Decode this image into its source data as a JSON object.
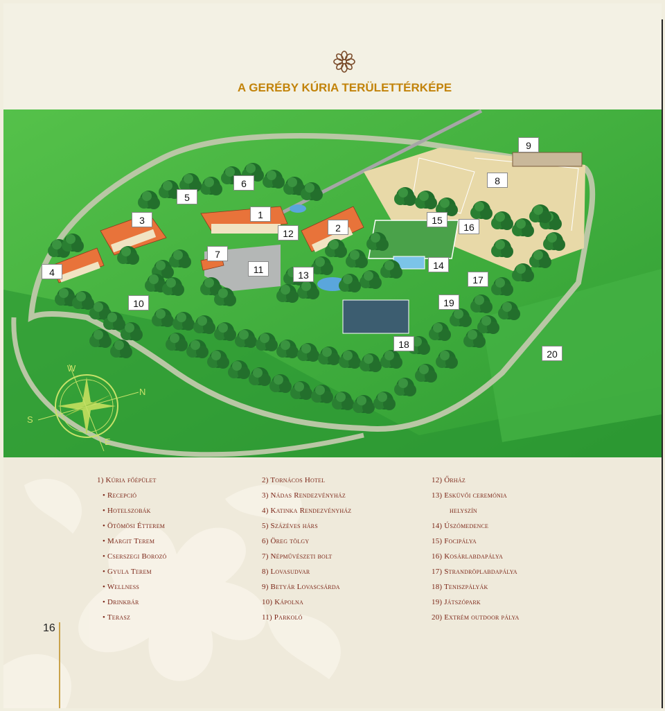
{
  "page": {
    "title": "A GERÉBY KÚRIA TERÜLETTÉRKÉPE",
    "page_number": "16"
  },
  "map": {
    "compass": {
      "w": "W",
      "n": "N",
      "s": "S",
      "e": "E"
    },
    "markers": [
      "1",
      "2",
      "3",
      "4",
      "5",
      "6",
      "7",
      "8",
      "9",
      "10",
      "11",
      "12",
      "13",
      "14",
      "15",
      "16",
      "17",
      "18",
      "19",
      "20"
    ]
  },
  "legend": {
    "col1": [
      {
        "text": "1) Kúria főépület",
        "sub": false
      },
      {
        "text": "Recepció",
        "sub": true
      },
      {
        "text": "Hotelszobák",
        "sub": true
      },
      {
        "text": "Ötömösi Étterem",
        "sub": true
      },
      {
        "text": "Margit Terem",
        "sub": true
      },
      {
        "text": "Cserszegi Borozó",
        "sub": true
      },
      {
        "text": "Gyula Terem",
        "sub": true
      },
      {
        "text": "Wellness",
        "sub": true
      },
      {
        "text": "Drinkbár",
        "sub": true
      },
      {
        "text": "Terasz",
        "sub": true
      }
    ],
    "col2": [
      "2) Tornácos Hotel",
      "3) Nádas Rendezvényház",
      "4) Katinka Rendezvényház",
      "5) Százéves hárs",
      "6) Öreg tölgy",
      "7) Népművészeti bolt",
      "8) Lovasudvar",
      "9) Betyár Lovascsárda",
      "10) Kápolna",
      "11) Parkoló"
    ],
    "col3": [
      {
        "text": "12) Őrház",
        "cont": false
      },
      {
        "text": "13) Esküvői ceremónia",
        "cont": false
      },
      {
        "text": "helyszín",
        "cont": true
      },
      {
        "text": "14) Úszómedence",
        "cont": false
      },
      {
        "text": "15) Focipálya",
        "cont": false
      },
      {
        "text": "16) Kosárlabdapálya",
        "cont": false
      },
      {
        "text": "17) Strandröplabdapálya",
        "cont": false
      },
      {
        "text": "18) Teniszpályák",
        "cont": false
      },
      {
        "text": "19) Játszópark",
        "cont": false
      },
      {
        "text": "20) Extrém outdoor pálya",
        "cont": false
      }
    ]
  }
}
